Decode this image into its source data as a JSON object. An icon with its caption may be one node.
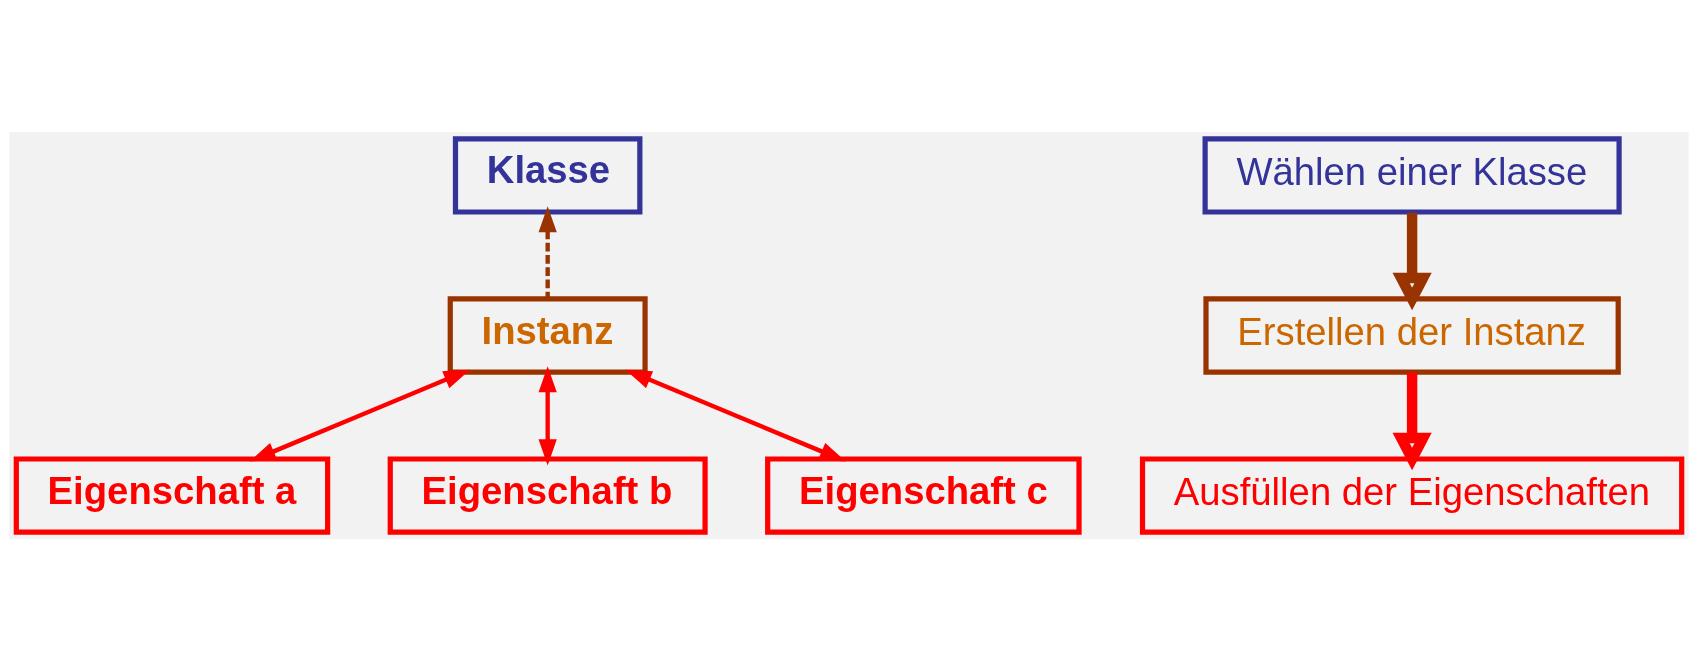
{
  "diagram": {
    "nodes": [
      {
        "text": [
          "Klasse"
        ]
      },
      {
        "text": [
          "Eigenschaft a"
        ]
      },
      {
        "text": [
          "Eigenschaft b"
        ]
      },
      {
        "text": [
          "Eigenschaft c"
        ]
      },
      {
        "text": [
          "Instanz"
        ]
      },
      {
        "text": [
          "Wählen einer Klasse"
        ]
      },
      {
        "text": [
          "Erstellen der Instanz"
        ]
      },
      {
        "text": [
          "Ausfüllen der Eigenschaften"
        ]
      }
    ],
    "edges": [
      {
        "from": 4,
        "to": 0,
        "arrow": "to",
        "style": "dashed",
        "color": "#993300"
      },
      {
        "from": 4,
        "to": 1,
        "arrow": "both"
      },
      {
        "from": 4,
        "to": 2,
        "arrow": "both"
      },
      {
        "from": 4,
        "to": 3,
        "arrow": "both"
      },
      {
        "from": 5,
        "to": 6,
        "arrow": "to",
        "style": "thick",
        "color": "#993300"
      },
      {
        "from": 6,
        "to": 7,
        "arrow": "to",
        "style": "thick"
      }
    ]
  }
}
